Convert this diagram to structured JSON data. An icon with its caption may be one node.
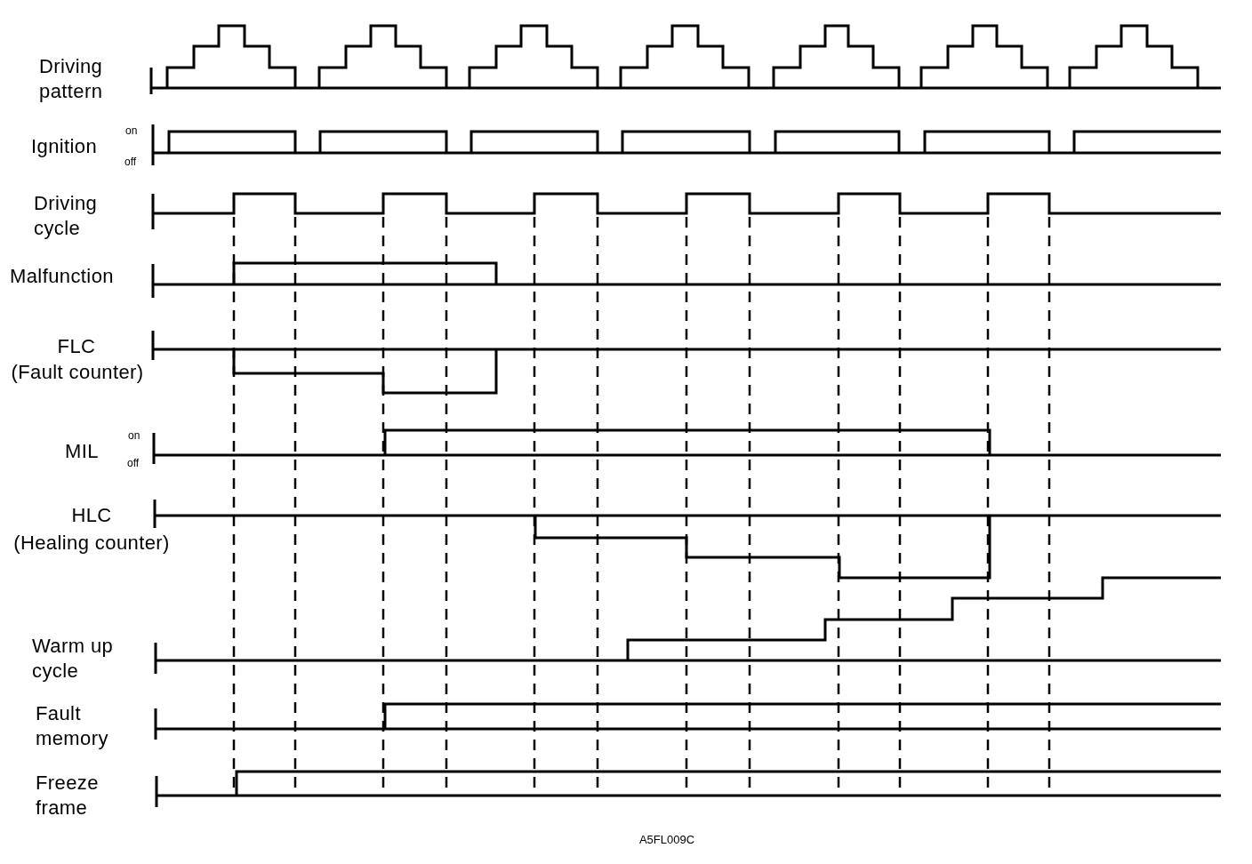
{
  "diagram": {
    "caption": "A5FL009C",
    "labels": [
      "Driving pattern",
      "Ignition",
      "on",
      "off",
      "Driving cycle",
      "Malfunction",
      "FLC",
      "(Fault counter)",
      "MIL",
      "on",
      "off",
      "HLC",
      "(Healing counter)",
      "Warm up cycle",
      "Fault memory",
      "Freeze frame"
    ]
  }
}
